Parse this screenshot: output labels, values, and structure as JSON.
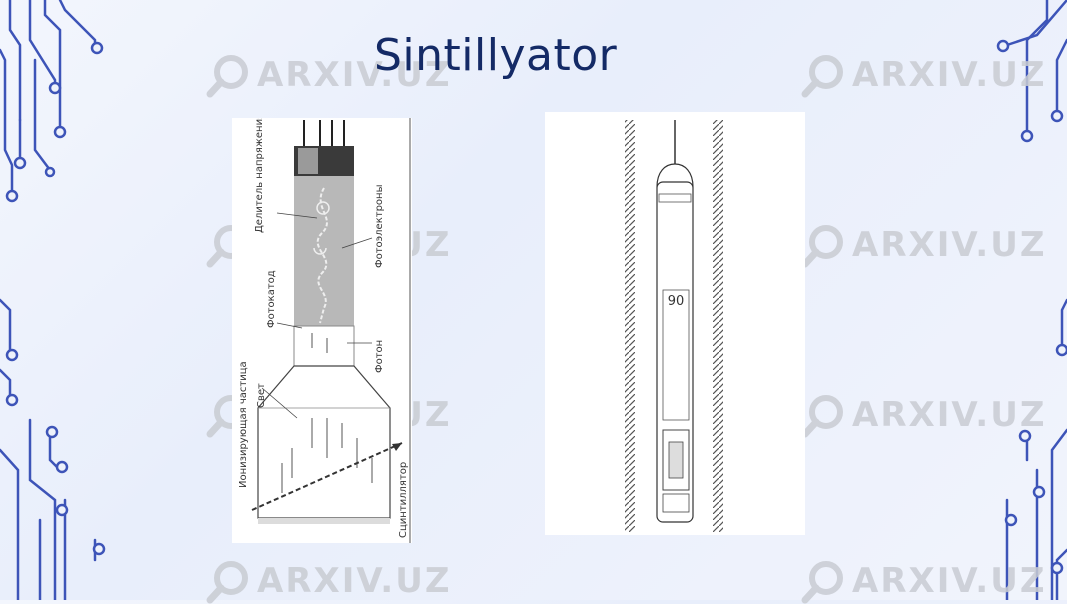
{
  "slide": {
    "title": "Sintillyator"
  },
  "watermark": {
    "text": "ARXIV.UZ",
    "icon": "magnifier-icon"
  },
  "left_figure": {
    "labels": {
      "divider": "Делитель напряжения",
      "photocathode": "Фотокатод",
      "dynodes": "Фотоэлектроны",
      "photon": "Фотон",
      "particle": "Ионизирующая частица",
      "light": "Свет",
      "scintillator": "Сцинтиллятор"
    }
  },
  "right_figure": {
    "labels": {
      "tube_mark": "90"
    }
  },
  "colors": {
    "title": "#142a66",
    "circuit": "#3d54b8",
    "watermark": "#c9ccd3"
  }
}
